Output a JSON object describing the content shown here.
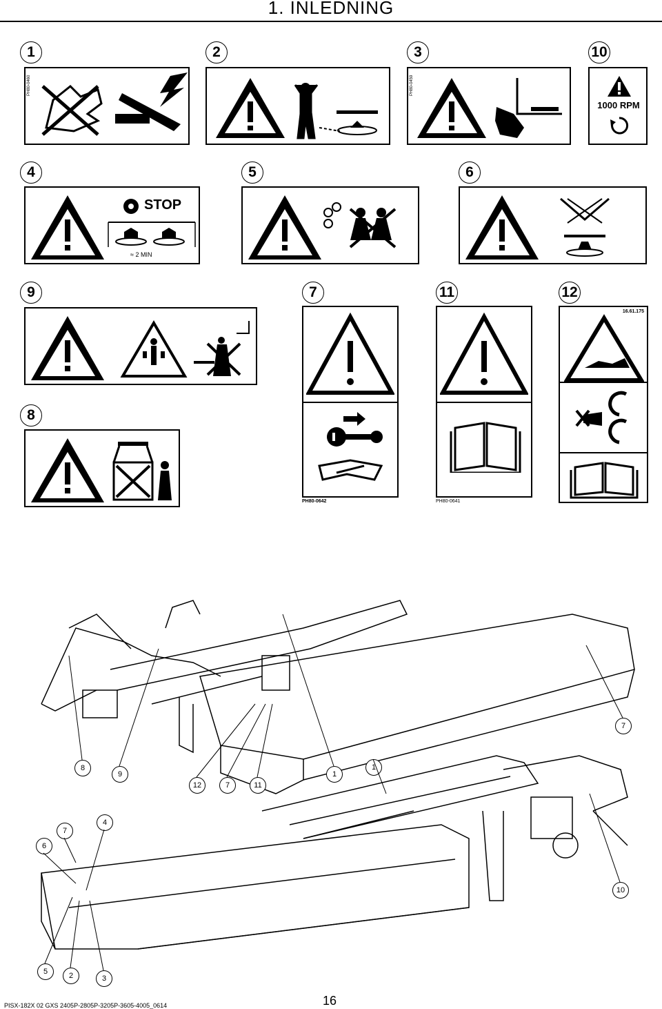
{
  "header": {
    "title": "1. INLEDNING"
  },
  "decals": {
    "n1": "1",
    "n2": "2",
    "n3": "3",
    "n10": "10",
    "n4": "4",
    "n5": "5",
    "n6": "6",
    "n9": "9",
    "n7": "7",
    "n11": "11",
    "n12": "12",
    "n8": "8",
    "code_1": "PH80-0460",
    "code_3": "PH80-0459",
    "code_7": "PH80-0642",
    "code_11": "PH80-0641",
    "code_12": "16.61.175",
    "rpm_text": "1000 RPM",
    "stop_text": "STOP",
    "min_text": "2 MIN"
  },
  "callouts_top": [
    "8",
    "9",
    "12",
    "7",
    "11",
    "1",
    "1",
    "7"
  ],
  "callouts_bottom": [
    "6",
    "7",
    "4",
    "10",
    "5",
    "2",
    "3"
  ],
  "footer": {
    "reference": "PISX-182X 02 GXS 2405P-2805P-3205P-3605-4005_0614",
    "page": "16"
  }
}
